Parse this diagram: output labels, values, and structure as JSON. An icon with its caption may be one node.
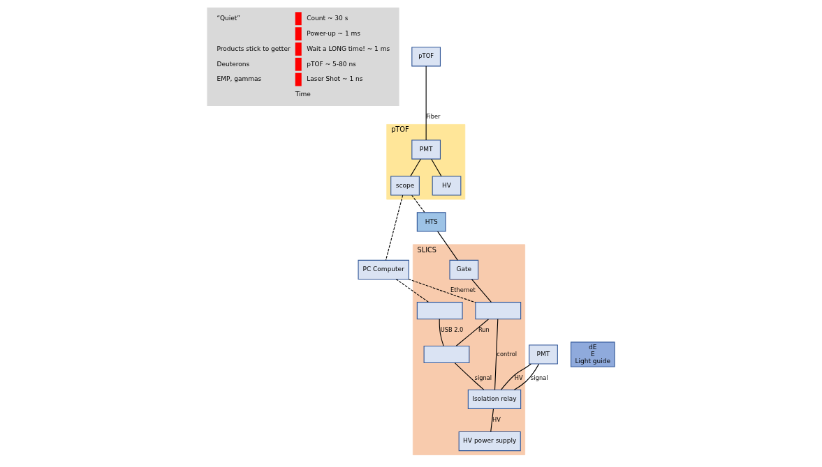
{
  "diagram": {
    "nodes": [
      {
        "text": [
          "“Quiet”",
          "Count ~ 30 s",
          "Power-up ~ 1 ms",
          "Products stick to getter",
          "Wait a LONG time! ~ 1 ms",
          "Deuterons",
          "pTOF ~ 5-80 ns",
          "EMP, gammas",
          "Laser Shot ~ 1 ns",
          "Time"
        ]
      },
      {
        "text": [
          "pTOF"
        ]
      },
      {
        "text": [
          "pTOF"
        ]
      },
      {
        "text": [
          "PMT"
        ],
        "in": 2
      },
      {
        "text": [
          "scope"
        ],
        "in": 2
      },
      {
        "text": [
          "HV"
        ],
        "in": 2
      },
      {
        "text": [
          "PC Computer"
        ]
      },
      {
        "text": [
          "SLICS"
        ]
      },
      {
        "text": [],
        "shape": "box",
        "in": 7
      },
      {
        "text": [
          "HTS"
        ]
      },
      {
        "text": [
          "Gate"
        ],
        "in": 7
      },
      {
        "text": [],
        "shape": "box",
        "in": 7
      },
      {
        "text": [],
        "shape": "box",
        "in": 7
      },
      {
        "text": [
          "dE",
          "E",
          "Light guide"
        ]
      },
      {
        "text": [
          "PMT"
        ]
      },
      {
        "text": [
          "Isolation relay"
        ],
        "in": 7
      },
      {
        "text": [
          "HV power supply"
        ],
        "in": 7
      }
    ],
    "edges": [
      {
        "from": 1,
        "to": 3,
        "arrow": "none",
        "label": "Fiber"
      },
      {
        "from": 3,
        "to": 4,
        "arrow": "none"
      },
      {
        "from": 3,
        "to": 5,
        "arrow": "none"
      },
      {
        "from": 4,
        "to": 9,
        "arrow": "none",
        "style": "dashed"
      },
      {
        "from": 4,
        "to": 6,
        "arrow": "none",
        "style": "dashed"
      },
      {
        "from": 6,
        "to": 11,
        "arrow": "none",
        "style": "dashed",
        "label": "Ethernet"
      },
      {
        "from": 6,
        "to": 8,
        "arrow": "none",
        "style": "dashed"
      },
      {
        "from": 8,
        "to": 12,
        "arrow": "none",
        "label": "USB 2.0"
      },
      {
        "from": 9,
        "to": 10,
        "arrow": "none"
      },
      {
        "from": 10,
        "to": 11,
        "arrow": "none"
      },
      {
        "from": 11,
        "to": 12,
        "arrow": "none",
        "label": "Run"
      },
      {
        "from": 11,
        "to": 15,
        "arrow": "none",
        "label": "control"
      },
      {
        "from": 12,
        "to": 15,
        "arrow": "none",
        "label": "signal"
      },
      {
        "from": 14,
        "to": 15,
        "arrow": "none",
        "label": "signal"
      },
      {
        "from": 14,
        "to": 15,
        "arrow": "none",
        "label": "HV"
      },
      {
        "from": 15,
        "to": 16,
        "arrow": "none",
        "label": "HV"
      }
    ]
  }
}
